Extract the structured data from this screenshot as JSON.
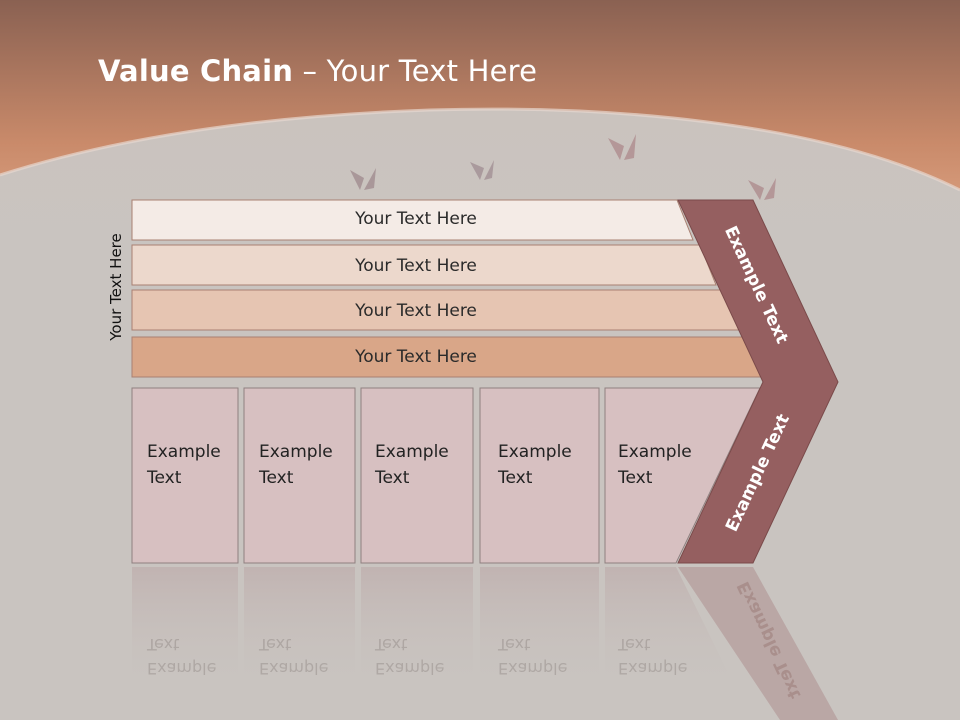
{
  "slide": {
    "title_bold": "Value Chain",
    "title_rest": " – Your Text Here",
    "vertical_label": "Your Text Here"
  },
  "rows": [
    {
      "label": "Your Text Here"
    },
    {
      "label": "Your Text Here"
    },
    {
      "label": "Your Text Here"
    },
    {
      "label": "Your Text Here"
    }
  ],
  "columns": [
    {
      "line1": "Example",
      "line2": "Text"
    },
    {
      "line1": "Example",
      "line2": "Text"
    },
    {
      "line1": "Example",
      "line2": "Text"
    },
    {
      "line1": "Example",
      "line2": "Text"
    },
    {
      "line1": "Example",
      "line2": "Text"
    }
  ],
  "chevron": {
    "upper_label": "Example Text",
    "lower_label": "Example Text"
  },
  "colors": {
    "header_top": "#8a6152",
    "header_bottom": "#c98a6a",
    "background": "#c9c4c0",
    "row_fills": [
      "#f4ebe6",
      "#ecd8cc",
      "#e6c5b2",
      "#d9a688"
    ],
    "column_fill": "#d7c0c1",
    "chevron_fill": "#955f60"
  }
}
